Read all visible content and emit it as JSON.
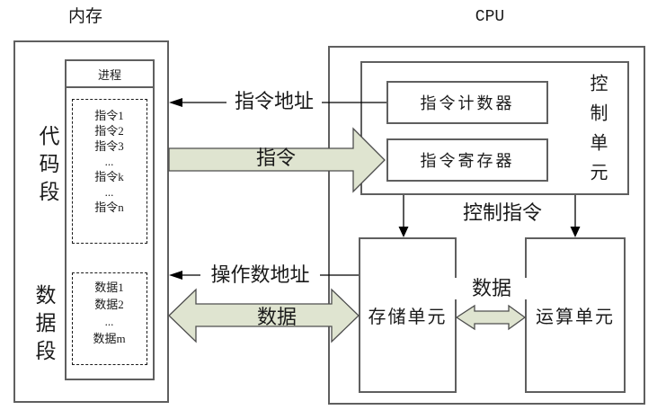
{
  "diagram": {
    "memory": {
      "title": "内存",
      "code_segment_label": "代码段",
      "data_segment_label": "数据段",
      "process": {
        "label": "进程",
        "instructions": [
          "指令1",
          "指令2",
          "指令3",
          "...",
          "指令k",
          "...",
          "指令n"
        ],
        "data_items": [
          "数据1",
          "数据2",
          "...",
          "数据m"
        ]
      }
    },
    "cpu": {
      "title": "CPU",
      "control_unit": {
        "label": "控制单元",
        "instruction_counter": "指令计数器",
        "instruction_register": "指令寄存器"
      },
      "storage_unit_label": "存储单元",
      "alu_label": "运算单元"
    },
    "arrows": {
      "instruction_address": "指令地址",
      "instruction": "指令",
      "operand_address": "操作数地址",
      "data_memory_bus": "数据",
      "control_instruction": "控制指令",
      "data_internal_bus": "数据"
    },
    "colors": {
      "block_arrow_fill": "#dfe4d0",
      "block_arrow_stroke": "#4d4d4d",
      "box_border": "#5f5f5f",
      "line": "#000000",
      "background": "#ffffff"
    }
  }
}
